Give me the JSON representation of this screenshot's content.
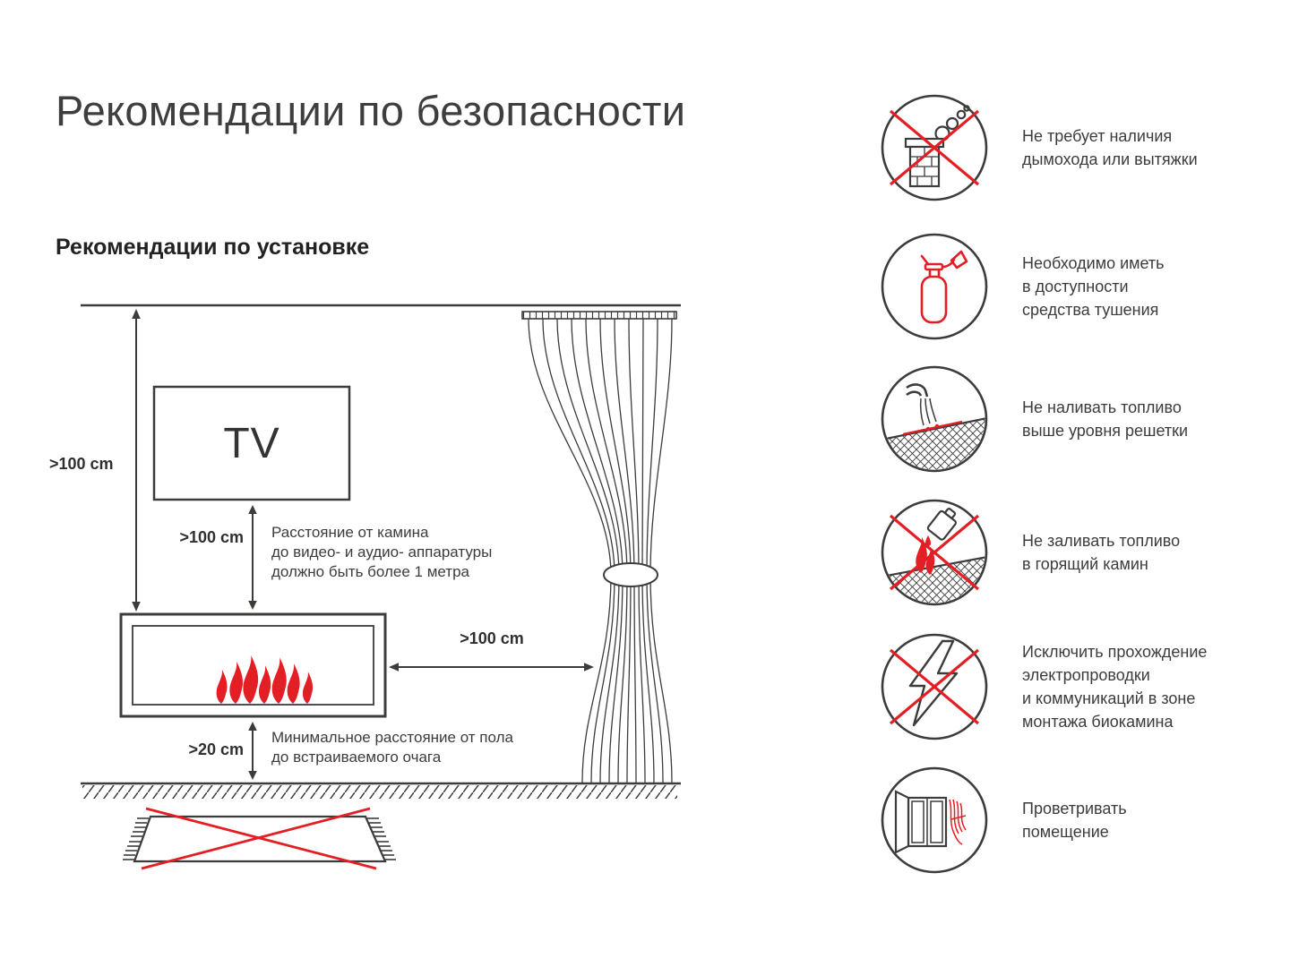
{
  "page": {
    "title": "Рекомендации по безопасности",
    "section_title": "Рекомендации по установке"
  },
  "diagram": {
    "tv_label": "TV",
    "dim_ceiling_to_tv": ">100 cm",
    "dim_tv_to_fireplace": ">100 cm",
    "dim_fireplace_to_curtain": ">100 cm",
    "dim_floor_to_fireplace": ">20 cm",
    "note_tv_distance": "Расстояние от камина\nдо видео- и аудио- аппаратуры\nдолжно быть более 1 метра",
    "note_floor_distance": "Минимальное расстояние от пола\nдо встраиваемого очага"
  },
  "safety_items": [
    {
      "icon": "no-chimney-icon",
      "text": "Не требует наличия\nдымохода или вытяжки"
    },
    {
      "icon": "fire-extinguisher-icon",
      "text": "Необходимо иметь\nв доступности\nсредства тушения"
    },
    {
      "icon": "fuel-level-icon",
      "text": "Не наливать топливо\nвыше уровня решетки"
    },
    {
      "icon": "no-refueling-burning-icon",
      "text": "Не заливать топливо\nв горящий камин"
    },
    {
      "icon": "no-wiring-icon",
      "text": "Исключить прохождение\nэлектропроводки\nи коммуникаций в зоне\nмонтажа биокамина"
    },
    {
      "icon": "ventilation-icon",
      "text": "Проветривать\nпомещение"
    }
  ],
  "colors": {
    "accent_red": "#e31e24",
    "line_dark": "#3c3c3b",
    "background": "#ffffff"
  }
}
